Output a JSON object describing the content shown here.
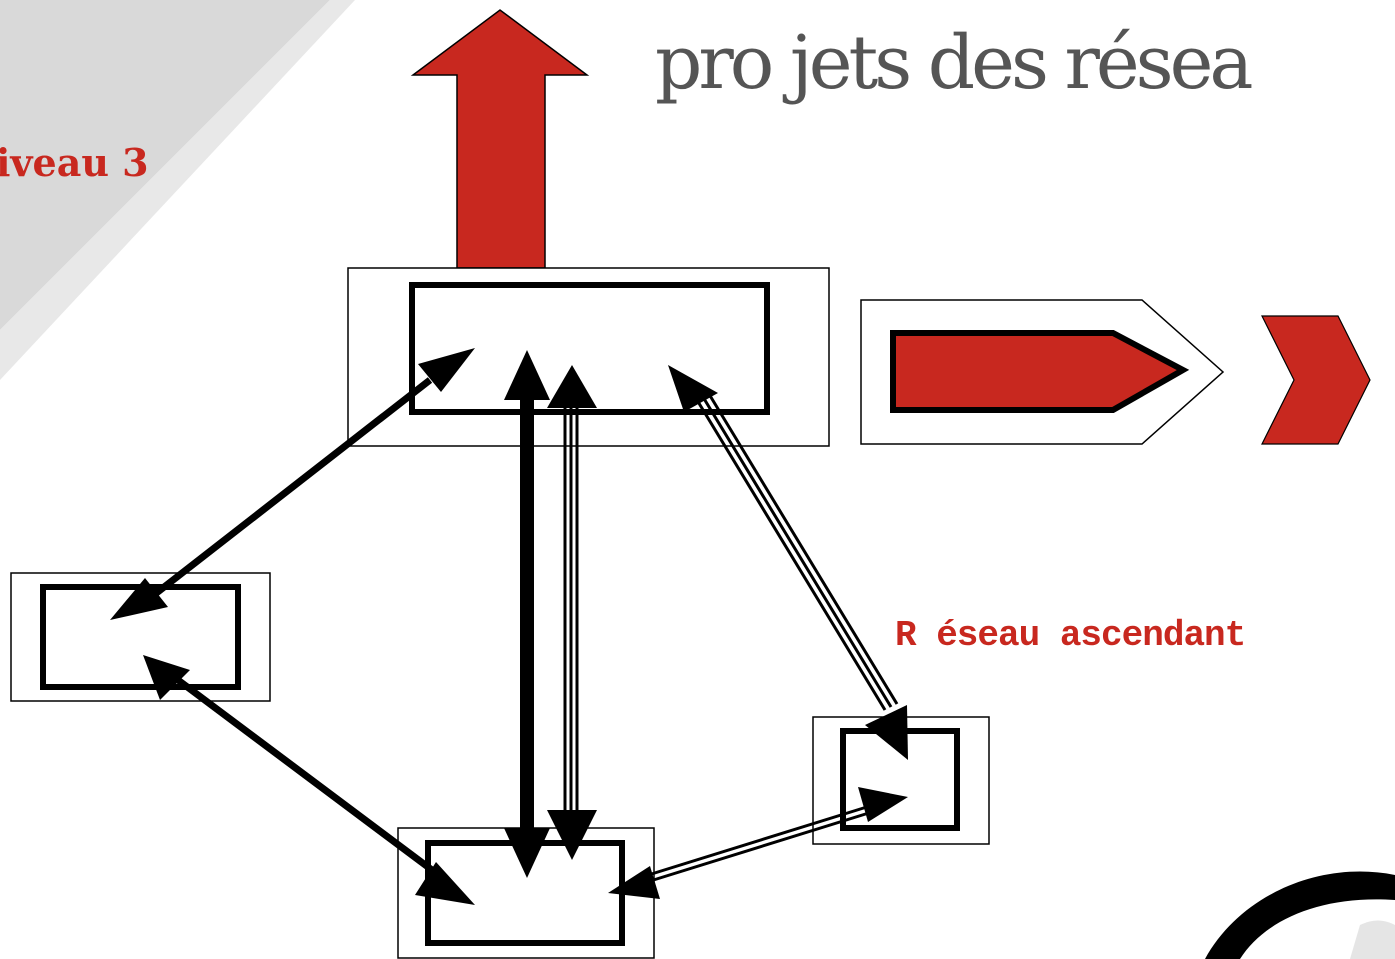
{
  "level_label": "iveau 3",
  "title": "pro jets des résea",
  "network_label": "R éseau ascendant",
  "colors": {
    "accent_red": "#c8281f",
    "title_gray": "#555555",
    "background_gray": "#d9d9d9",
    "stroke_black": "#000000"
  }
}
